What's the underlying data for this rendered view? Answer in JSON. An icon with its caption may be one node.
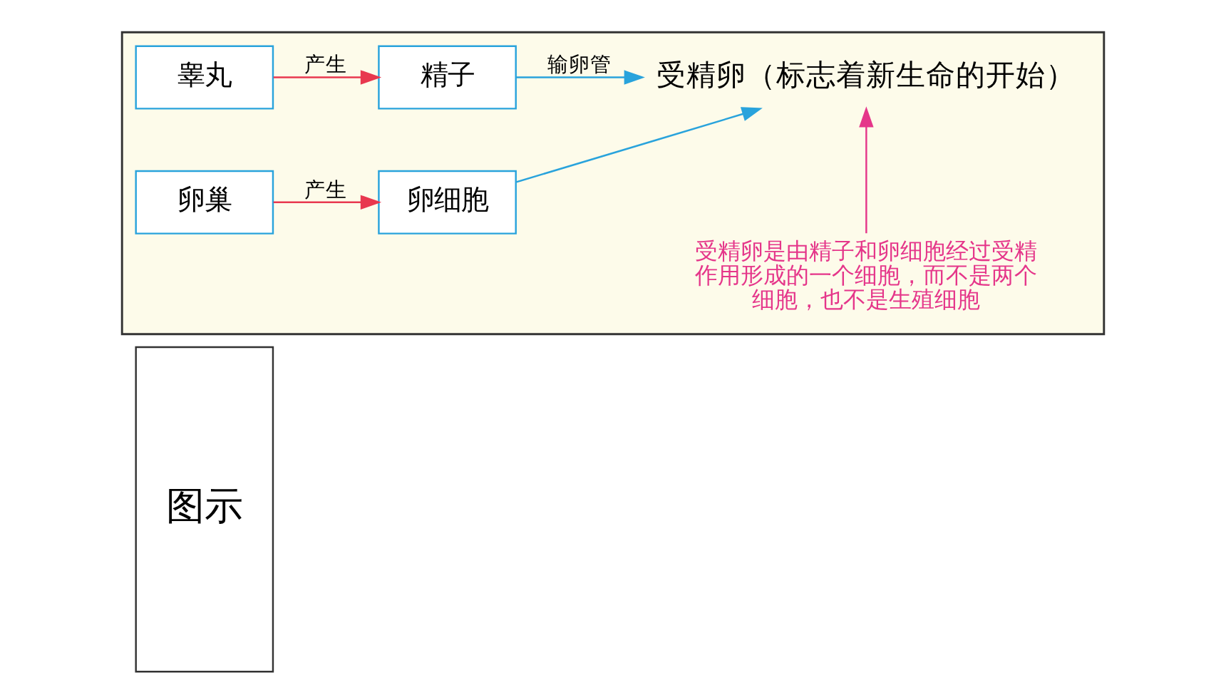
{
  "diagram": {
    "nodes": [
      {
        "text": [
          "图示"
        ]
      },
      {
        "text": [],
        "shape": "box"
      },
      {
        "text": [
          "睾丸"
        ],
        "in": 1
      },
      {
        "text": [
          "精子"
        ],
        "in": 1
      },
      {
        "text": [
          "卵巢"
        ],
        "in": 1
      },
      {
        "text": [
          "卵细胞"
        ],
        "in": 1
      },
      {
        "text": [
          "受精卵（标志着新生命的开始）"
        ],
        "in": 1
      },
      {
        "text": [
          "受精卵是由精子和卵细胞经过受精作用形成的一个细胞，而不是两个细胞，也不是生殖细胞"
        ],
        "in": 1
      }
    ],
    "edges": [
      {
        "from": 2,
        "to": 3,
        "arrow": "to",
        "label": "产生",
        "color": "#e8384f"
      },
      {
        "from": 4,
        "to": 5,
        "arrow": "to",
        "label": "产生",
        "color": "#e8384f"
      },
      {
        "from": 3,
        "to": 6,
        "arrow": "to",
        "label": "输卵管",
        "color": "#29a3dc"
      },
      {
        "from": 5,
        "to": 6,
        "arrow": "to",
        "color": "#29a3dc"
      },
      {
        "from": 7,
        "to": 6,
        "arrow": "to",
        "color": "#e5368a"
      }
    ]
  }
}
